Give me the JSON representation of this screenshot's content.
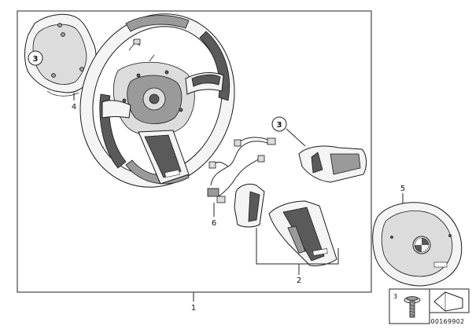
{
  "labels": {
    "main_assembly": "1",
    "trim_cover": "2",
    "circled_upper_left": "3",
    "circled_middle": "3",
    "boxed_screw": "3",
    "rear_cover": "4",
    "airbag": "5",
    "cable_harness": "6"
  },
  "reference_number": "00169902",
  "colors": {
    "line": "#222222",
    "part_fill": "#f4f4f4",
    "shade_dark": "#5a5a5a",
    "shade_mid": "#9a9a9a"
  }
}
